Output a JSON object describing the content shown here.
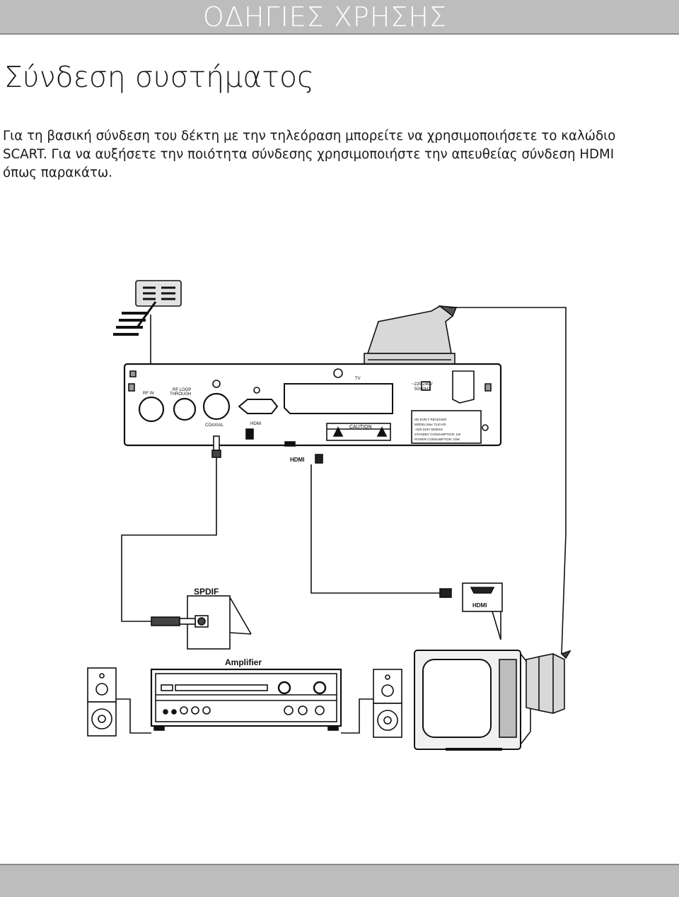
{
  "header": {
    "title": "ΟΔΗΓΙΕΣ ΧΡΗΣΗΣ"
  },
  "section": {
    "title": "Σύνδεση συστήματος"
  },
  "intro": {
    "line1": "Για τη βασική σύνδεση του δέκτη με την τηλεόραση μπορείτε να χρησιμοποιήσετε το καλώδιο",
    "line2": "SCART. Για να αυξήσετε την ποιότητα σύνδεσης χρησιμοποιήστε την απευθείας σύνδεση HDMI",
    "line3": "όπως παρακάτω."
  },
  "diagram": {
    "receiver": {
      "rf_in": "RF IN",
      "rf_loop": "RF LOOP",
      "rf_loop2": "THROUGH",
      "coaxial": "COAXIAL",
      "hdmi": "HDMI",
      "tv": "TV",
      "power1": "~220-240V",
      "power2": "50/60Hz",
      "caution": "CAUTION",
      "label_title": "HD DVB-T RECEIVER",
      "label_l1": "MODEL:Max T110 HD",
      "label_l2": "~220-240V 50/60Hz",
      "label_l3": "STANDBY CONSUMPTION: 1W",
      "label_l4": "POWER CONSUMPTION: 10W"
    },
    "hdmi_plug_label": "HDMI",
    "spdif_label": "SPDIF",
    "tv_hdmi_label": "HDMI",
    "amplifier_label": "Amplifier"
  }
}
